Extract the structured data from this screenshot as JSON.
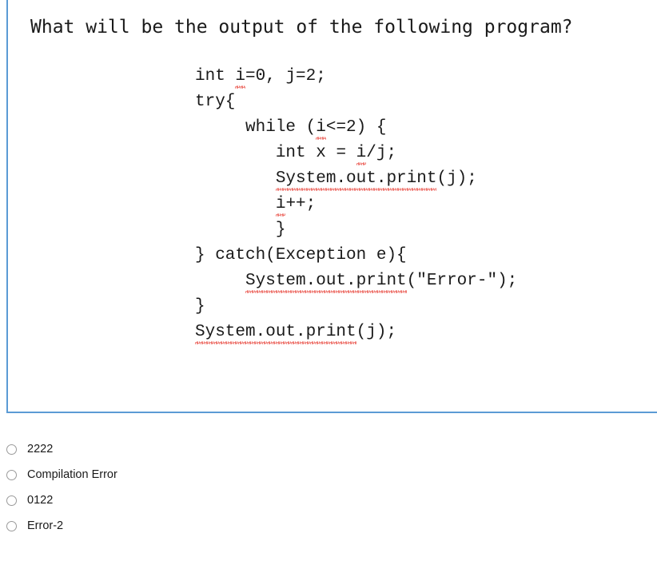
{
  "question": {
    "title": "What will be the output of the following program?",
    "code_lines": [
      {
        "indent": "",
        "segments": [
          {
            "text": "int "
          },
          {
            "text": "i",
            "squiggly": true
          },
          {
            "text": "=0, j=2;"
          }
        ]
      },
      {
        "indent": "",
        "segments": [
          {
            "text": "try{"
          }
        ]
      },
      {
        "indent": "     ",
        "segments": [
          {
            "text": "while ("
          },
          {
            "text": "i",
            "squiggly": true
          },
          {
            "text": "<=2) {"
          }
        ]
      },
      {
        "indent": "        ",
        "segments": [
          {
            "text": "int x = "
          },
          {
            "text": "i",
            "squiggly": true
          },
          {
            "text": "/j;"
          }
        ]
      },
      {
        "indent": "        ",
        "segments": [
          {
            "text": "System.out.print",
            "squiggly": true
          },
          {
            "text": "(j);"
          }
        ]
      },
      {
        "indent": "        ",
        "segments": [
          {
            "text": "i",
            "squiggly": true
          },
          {
            "text": "++;"
          }
        ]
      },
      {
        "indent": "        ",
        "segments": [
          {
            "text": "}"
          }
        ]
      },
      {
        "indent": "",
        "segments": [
          {
            "text": "} catch(Exception e){"
          }
        ]
      },
      {
        "indent": "     ",
        "segments": [
          {
            "text": "System.out.print",
            "squiggly": true
          },
          {
            "text": "(\"Error-\");"
          }
        ]
      },
      {
        "indent": "",
        "segments": [
          {
            "text": "}"
          }
        ]
      },
      {
        "indent": "",
        "segments": [
          {
            "text": "System.out.print",
            "squiggly": true
          },
          {
            "text": "(j);"
          }
        ]
      }
    ]
  },
  "options": [
    {
      "label": "2222",
      "selected": false
    },
    {
      "label": "Compilation Error",
      "selected": false
    },
    {
      "label": "0122",
      "selected": false
    },
    {
      "label": "Error-2",
      "selected": false
    }
  ],
  "colors": {
    "accent_border": "#5b9bd5",
    "spellcheck_underline": "#e8453c",
    "text": "#1a1a1a",
    "radio_outline": "#9a9a9a",
    "background": "#ffffff"
  }
}
